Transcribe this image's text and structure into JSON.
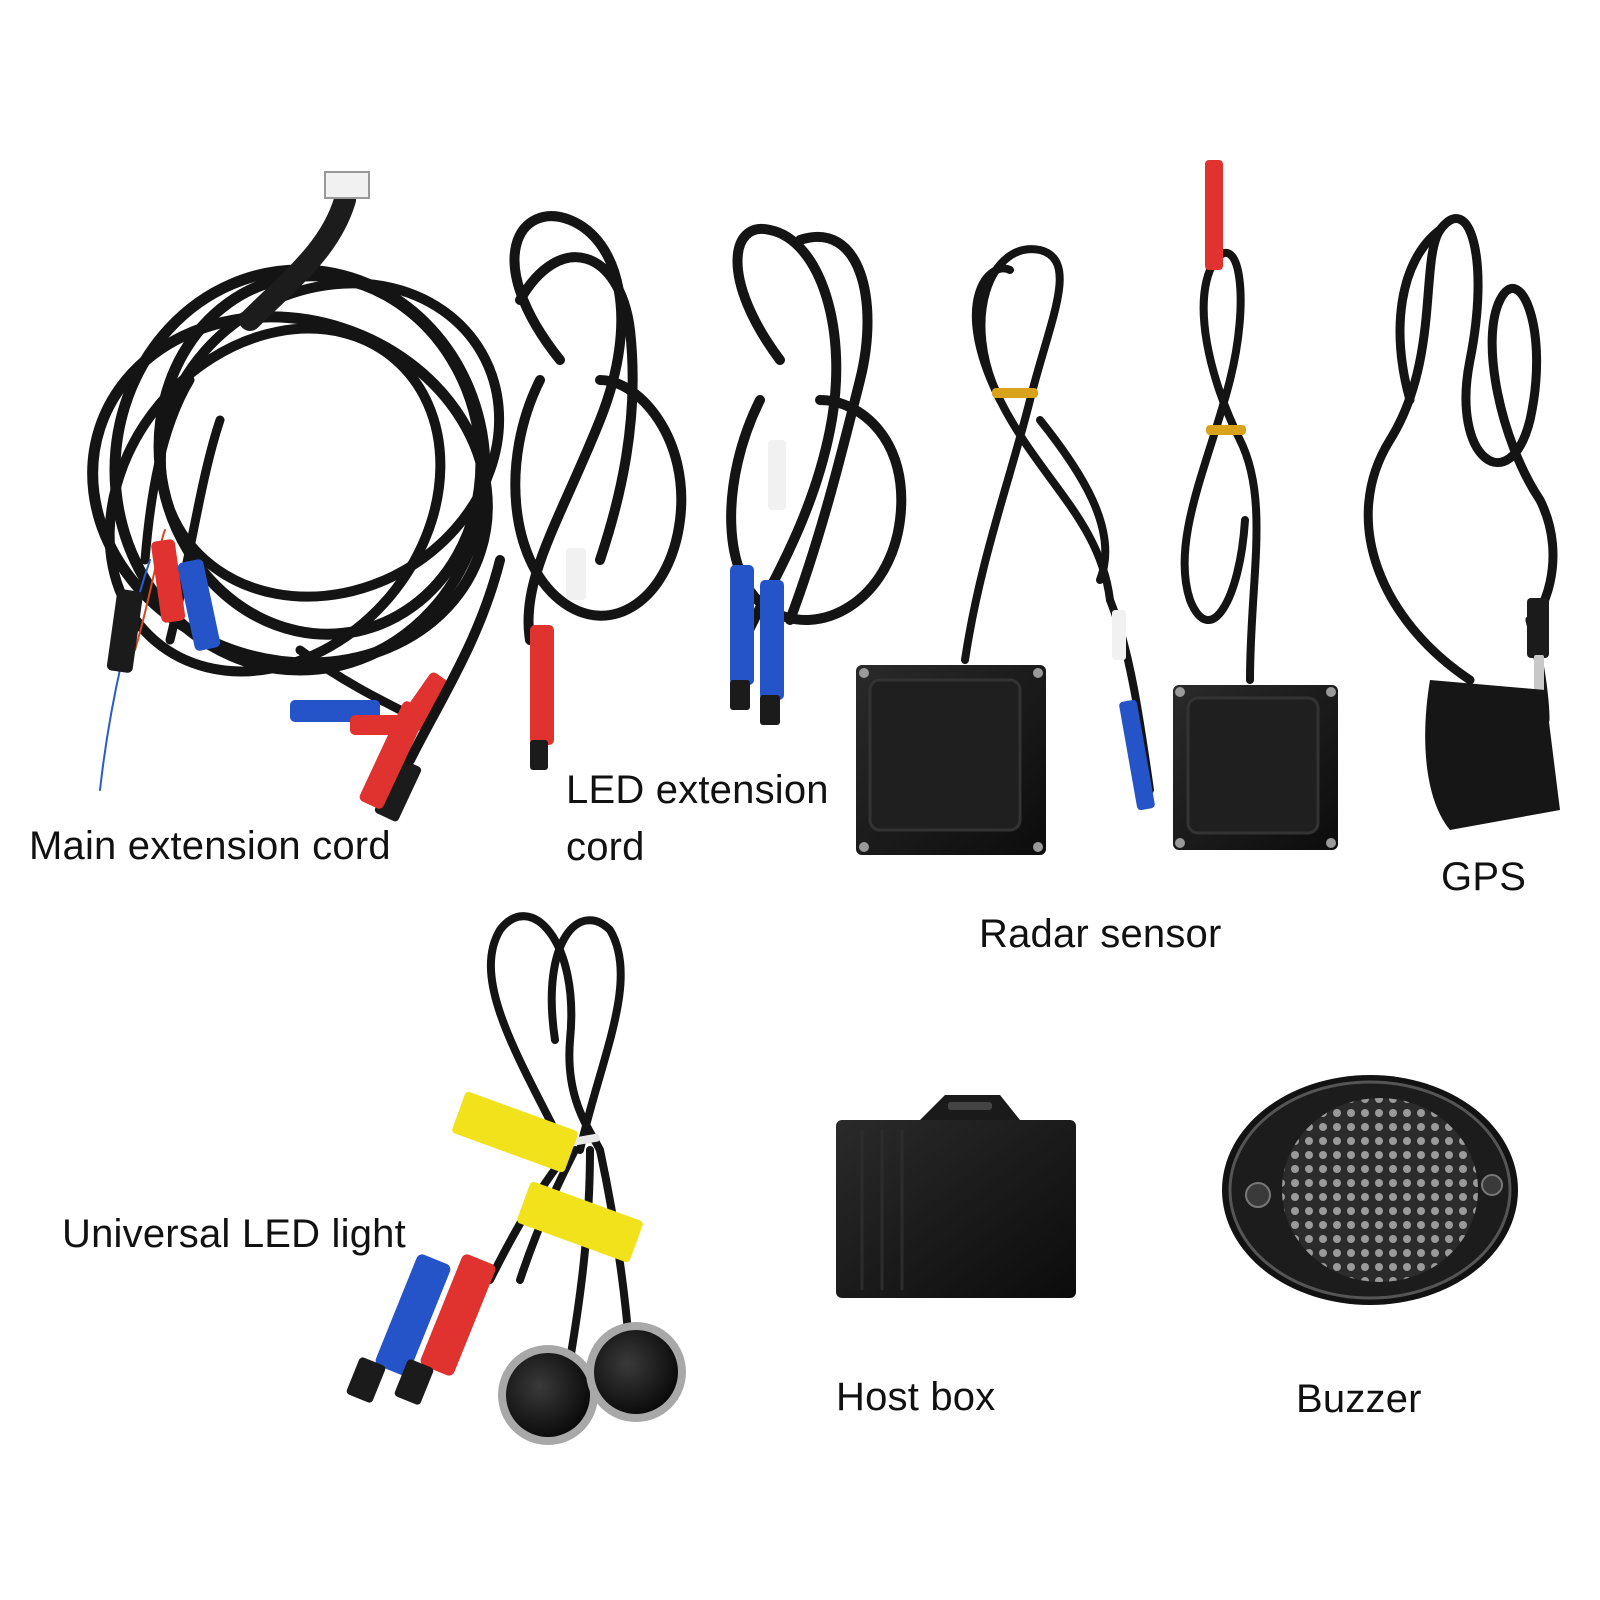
{
  "labels": {
    "main_extension_cord": "Main extension cord",
    "led_extension_cord": "LED extension cord",
    "radar_sensor": "Radar sensor",
    "gps": "GPS",
    "universal_led_light": "Universal LED light",
    "host_box": "Host box",
    "buzzer": "Buzzer"
  },
  "colors": {
    "background": "#ffffff",
    "cable": "#141414",
    "connector_red": "#e0322e",
    "connector_blue": "#2553c8",
    "tag_yellow": "#f2e21c",
    "tie_amber": "#d9a21b"
  }
}
